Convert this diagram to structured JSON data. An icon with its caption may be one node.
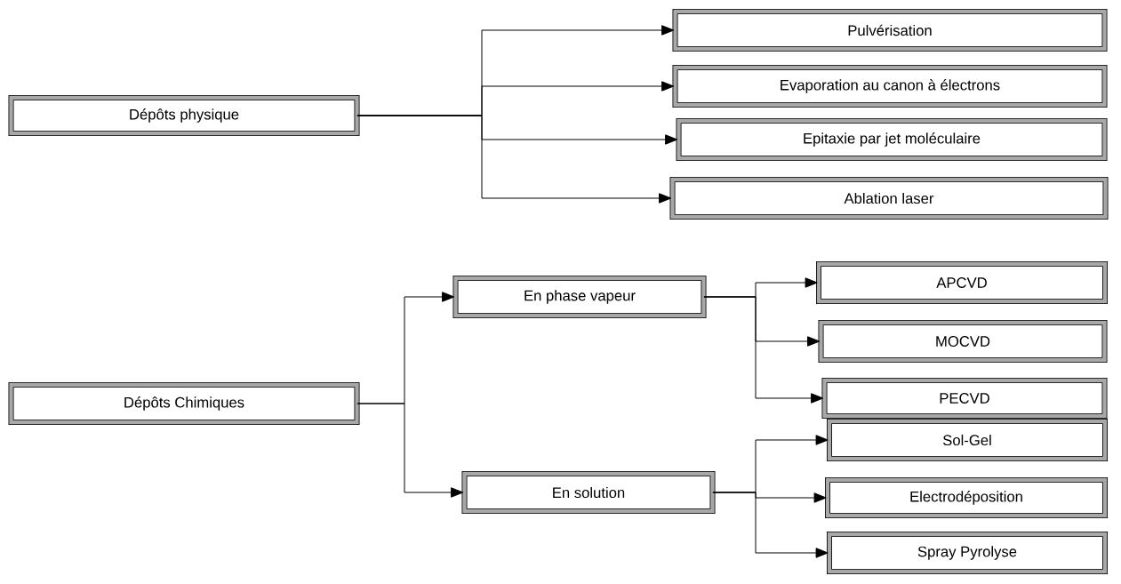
{
  "diagram": {
    "nodes": [
      {
        "text": [
          "Dépôts physique"
        ]
      },
      {
        "text": [
          "Pulvérisation"
        ]
      },
      {
        "text": [
          "Evaporation au canon à électrons"
        ]
      },
      {
        "text": [
          "Epitaxie par jet moléculaire"
        ]
      },
      {
        "text": [
          "Ablation laser"
        ]
      },
      {
        "text": [
          "Dépôts Chimiques"
        ]
      },
      {
        "text": [
          "En phase vapeur"
        ]
      },
      {
        "text": [
          "APCVD"
        ]
      },
      {
        "text": [
          "MOCVD"
        ]
      },
      {
        "text": [
          "PECVD"
        ]
      },
      {
        "text": [
          "Sol-Gel"
        ]
      },
      {
        "text": [
          "En solution"
        ]
      },
      {
        "text": [
          "Electrodéposition"
        ]
      },
      {
        "text": [
          "Spray Pyrolyse"
        ]
      }
    ],
    "edges": [
      {
        "from": 0,
        "to": 1,
        "arrow": "to"
      },
      {
        "from": 0,
        "to": 2,
        "arrow": "to"
      },
      {
        "from": 0,
        "to": 3,
        "arrow": "to"
      },
      {
        "from": 0,
        "to": 4,
        "arrow": "to"
      },
      {
        "from": 5,
        "to": 6,
        "arrow": "to"
      },
      {
        "from": 5,
        "to": 11,
        "arrow": "to"
      },
      {
        "from": 6,
        "to": 7,
        "arrow": "to"
      },
      {
        "from": 6,
        "to": 8,
        "arrow": "to"
      },
      {
        "from": 6,
        "to": 9,
        "arrow": "to"
      },
      {
        "from": 11,
        "to": 10,
        "arrow": "to"
      },
      {
        "from": 11,
        "to": 12,
        "arrow": "to"
      },
      {
        "from": 11,
        "to": 13,
        "arrow": "to"
      }
    ]
  }
}
